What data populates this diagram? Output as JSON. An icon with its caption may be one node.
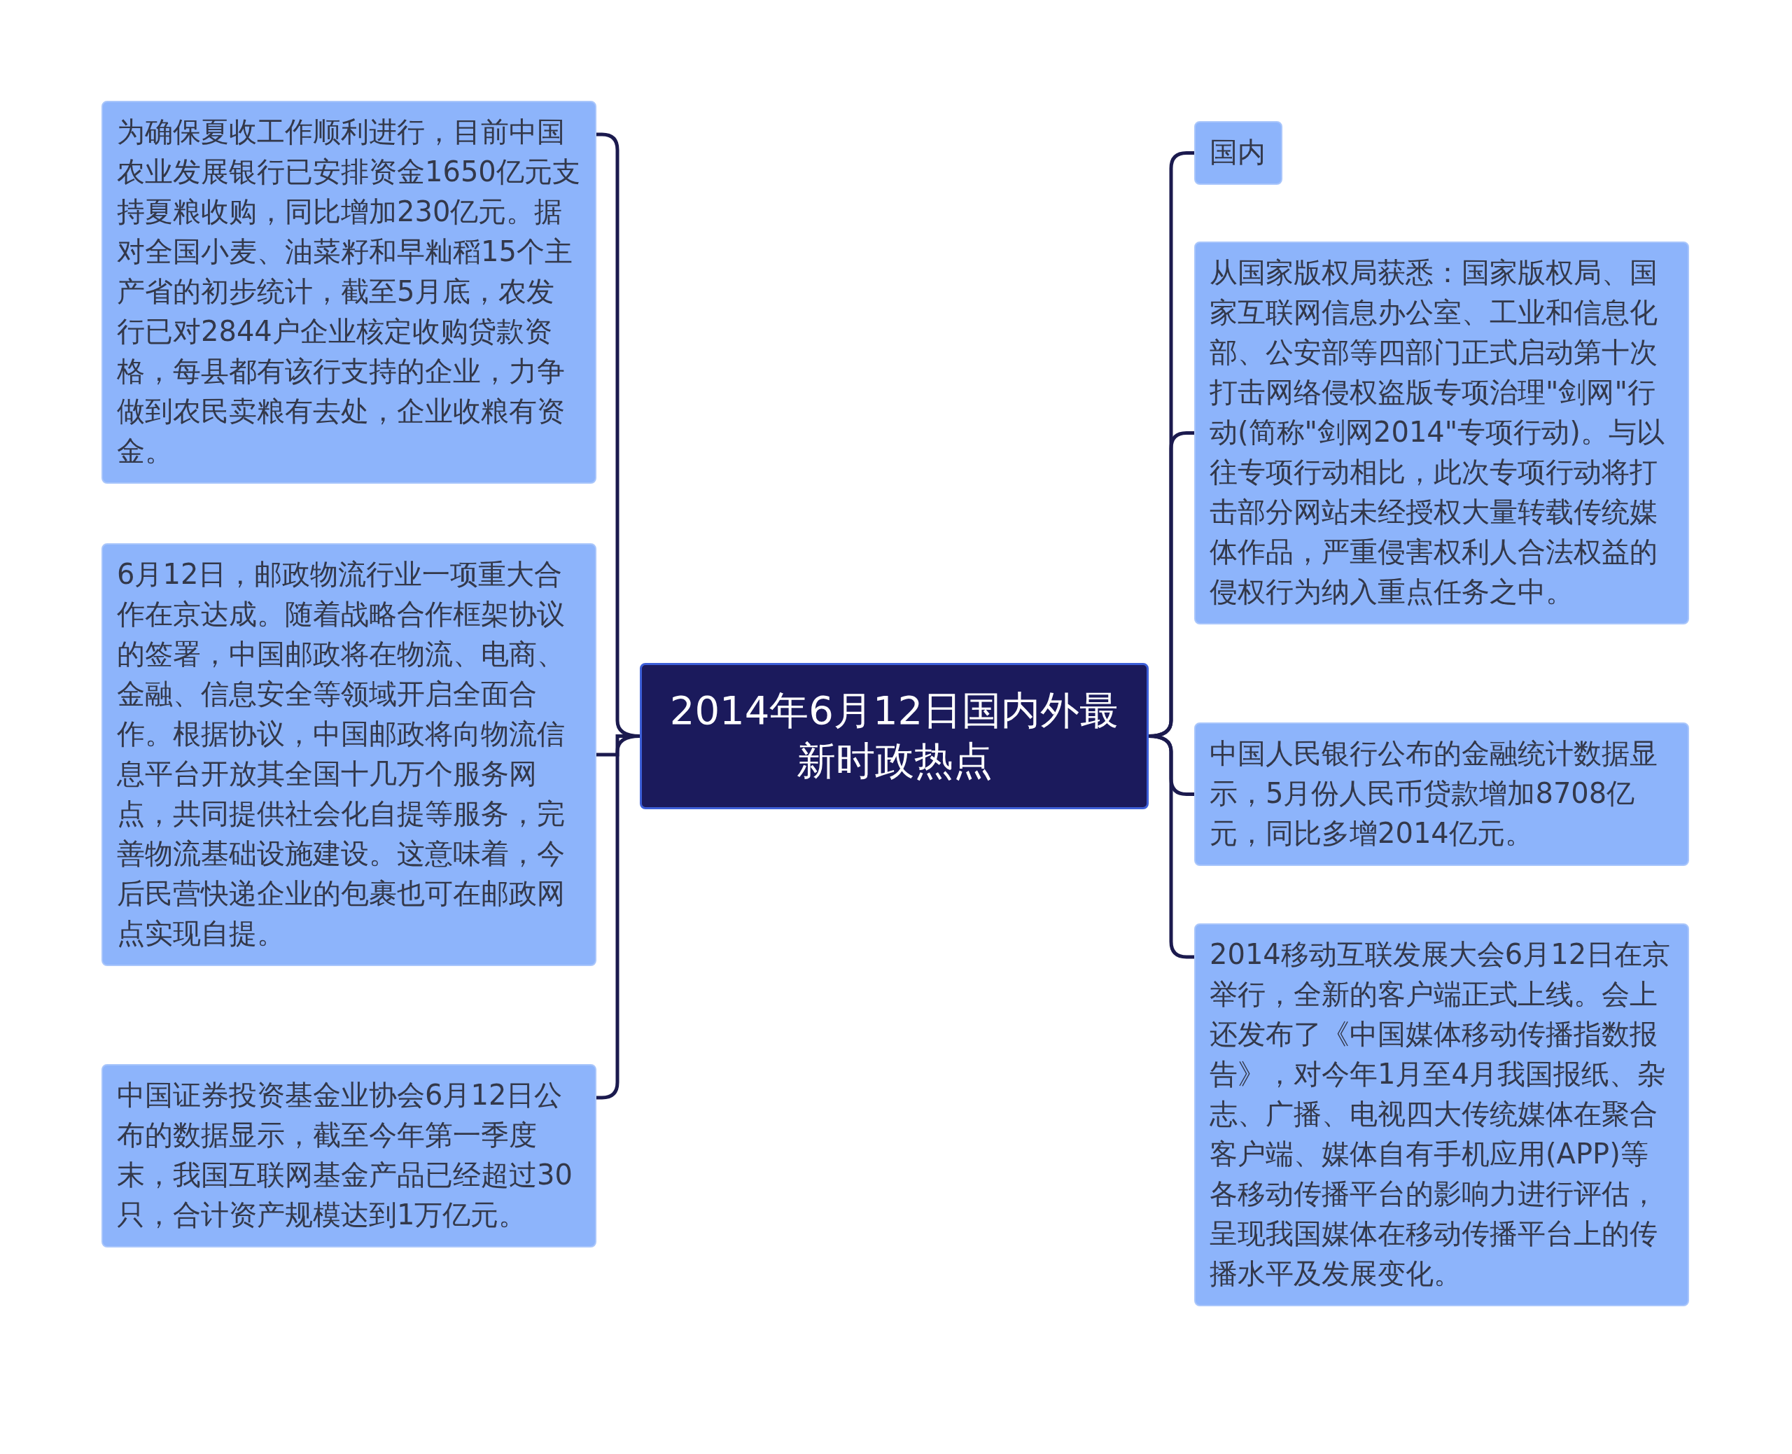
{
  "diagram": {
    "nodes": [
      {
        "text": [
          "2014年6月12日国内外最新时政热点"
        ]
      },
      {
        "text": [
          "为确保夏收工作顺利进行，目前中国农业发展银行已安排资金1650亿元支持夏粮收购，同比增加230亿元。据对全国小麦、油菜籽和早籼稻15个主产省的初步统计，截至5月底，农发行已对2844户企业核定收购贷款资格，每县都有该行支持的企业，力争做到农民卖粮有去处，企业收粮有资金。"
        ]
      },
      {
        "text": [
          "6月12日，邮政物流行业一项重大合作在京达成。随着战略合作框架协议的签署，中国邮政将在物流、电商、金融、信息安全等领域开启全面合作。根据协议，中国邮政将向物流信息平台开放其全国十几万个服务网点，共同提供社会化自提等服务，完善物流基础设施建设。这意味着，今后民营快递企业的包裹也可在邮政网点实现自提。"
        ]
      },
      {
        "text": [
          "中国证券投资基金业协会6月12日公布的数据显示，截至今年第一季度末，我国互联网基金产品已经超过30只，合计资产规模达到1万亿元。"
        ]
      },
      {
        "text": [
          "国内"
        ]
      },
      {
        "text": [
          "从国家版权局获悉：国家版权局、国家互联网信息办公室、工业和信息化部、公安部等四部门正式启动第十次打击网络侵权盗版专项治理\"剑网\"行动(简称\"剑网2014\"专项行动)。与以往专项行动相比，此次专项行动将打击部分网站未经授权大量转载传统媒体作品，严重侵害权利人合法权益的侵权行为纳入重点任务之中。"
        ]
      },
      {
        "text": [
          "中国人民银行公布的金融统计数据显示，5月份人民币贷款增加8708亿元，同比多增2014亿元。"
        ]
      },
      {
        "text": [
          "2014移动互联发展大会6月12日在京举行，全新的客户端正式上线。会上还发布了《中国媒体移动传播指数报告》，对今年1月至4月我国报纸、杂志、广播、电视四大传统媒体在聚合客户端、媒体自有手机应用(APP)等各移动传播平台的影响力进行评估，呈现我国媒体在移动传播平台上的传播水平及发展变化。"
        ]
      }
    ],
    "edges": [
      {
        "from": 0,
        "to": 1,
        "arrow": "none"
      },
      {
        "from": 0,
        "to": 2,
        "arrow": "none"
      },
      {
        "from": 0,
        "to": 3,
        "arrow": "none"
      },
      {
        "from": 0,
        "to": 4,
        "arrow": "none"
      },
      {
        "from": 0,
        "to": 5,
        "arrow": "none"
      },
      {
        "from": 0,
        "to": 6,
        "arrow": "none"
      },
      {
        "from": 0,
        "to": 7,
        "arrow": "none"
      }
    ]
  }
}
